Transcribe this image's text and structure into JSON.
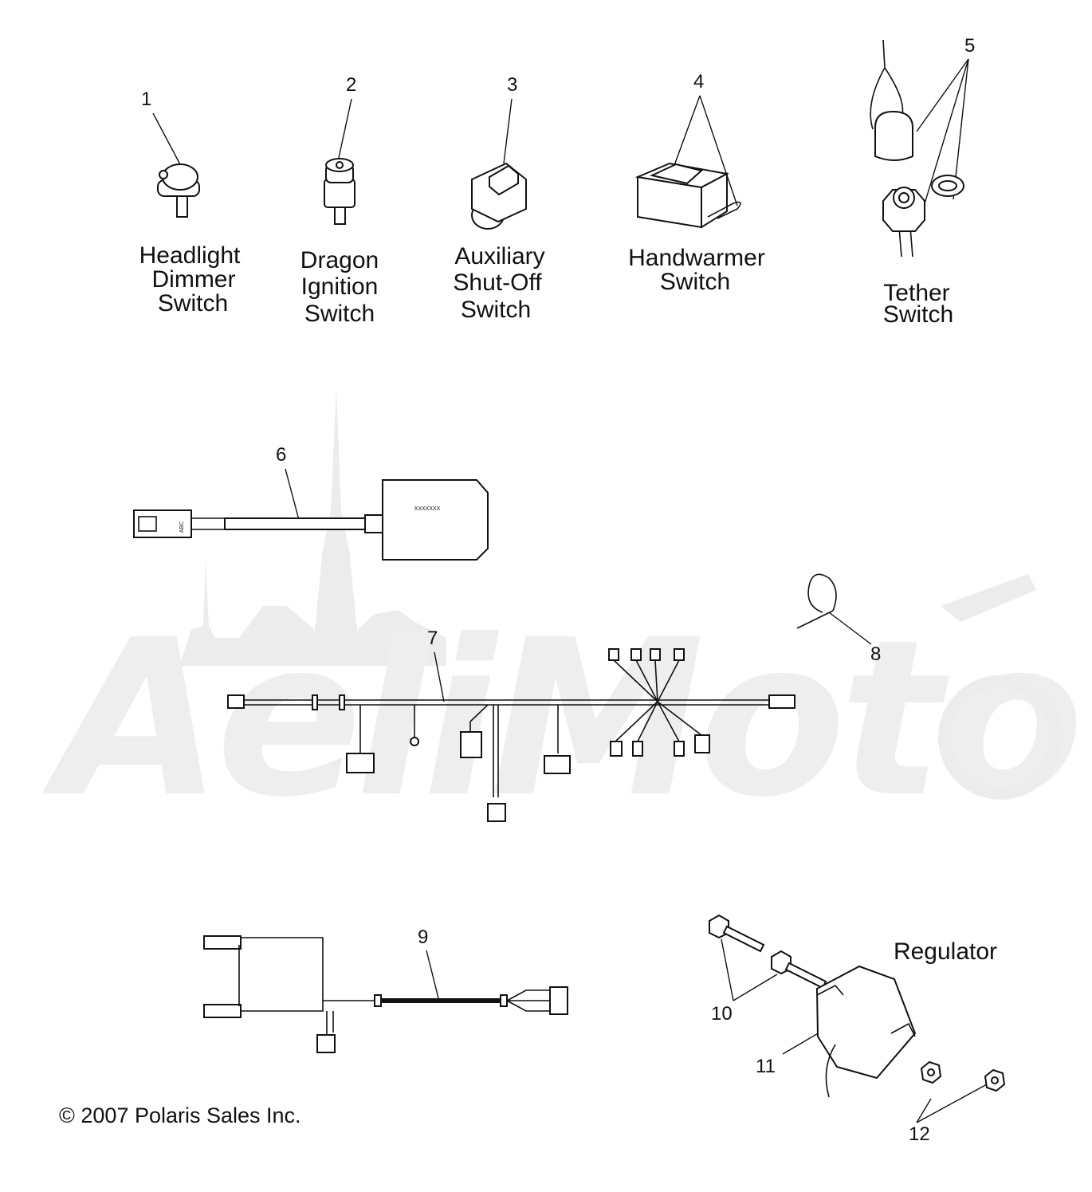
{
  "watermark": {
    "text": "AeliMoto",
    "color": "#e6e6e6"
  },
  "callouts": [
    "1",
    "2",
    "3",
    "4",
    "5",
    "6",
    "7",
    "8",
    "9",
    "10",
    "11",
    "12"
  ],
  "labels": {
    "p1": [
      "Headlight",
      "Dimmer",
      "Switch"
    ],
    "p2": [
      "Dragon",
      "Ignition",
      "Switch"
    ],
    "p3": [
      "Auxiliary",
      "Shut-Off",
      "Switch"
    ],
    "p4": [
      "Handwarmer",
      "Switch"
    ],
    "p5": [
      "Tether",
      "Switch"
    ],
    "regulator": "Regulator"
  },
  "module_text": "XXXXXXX",
  "connector_text": "ABC",
  "copyright": "© 2007 Polaris Sales Inc."
}
